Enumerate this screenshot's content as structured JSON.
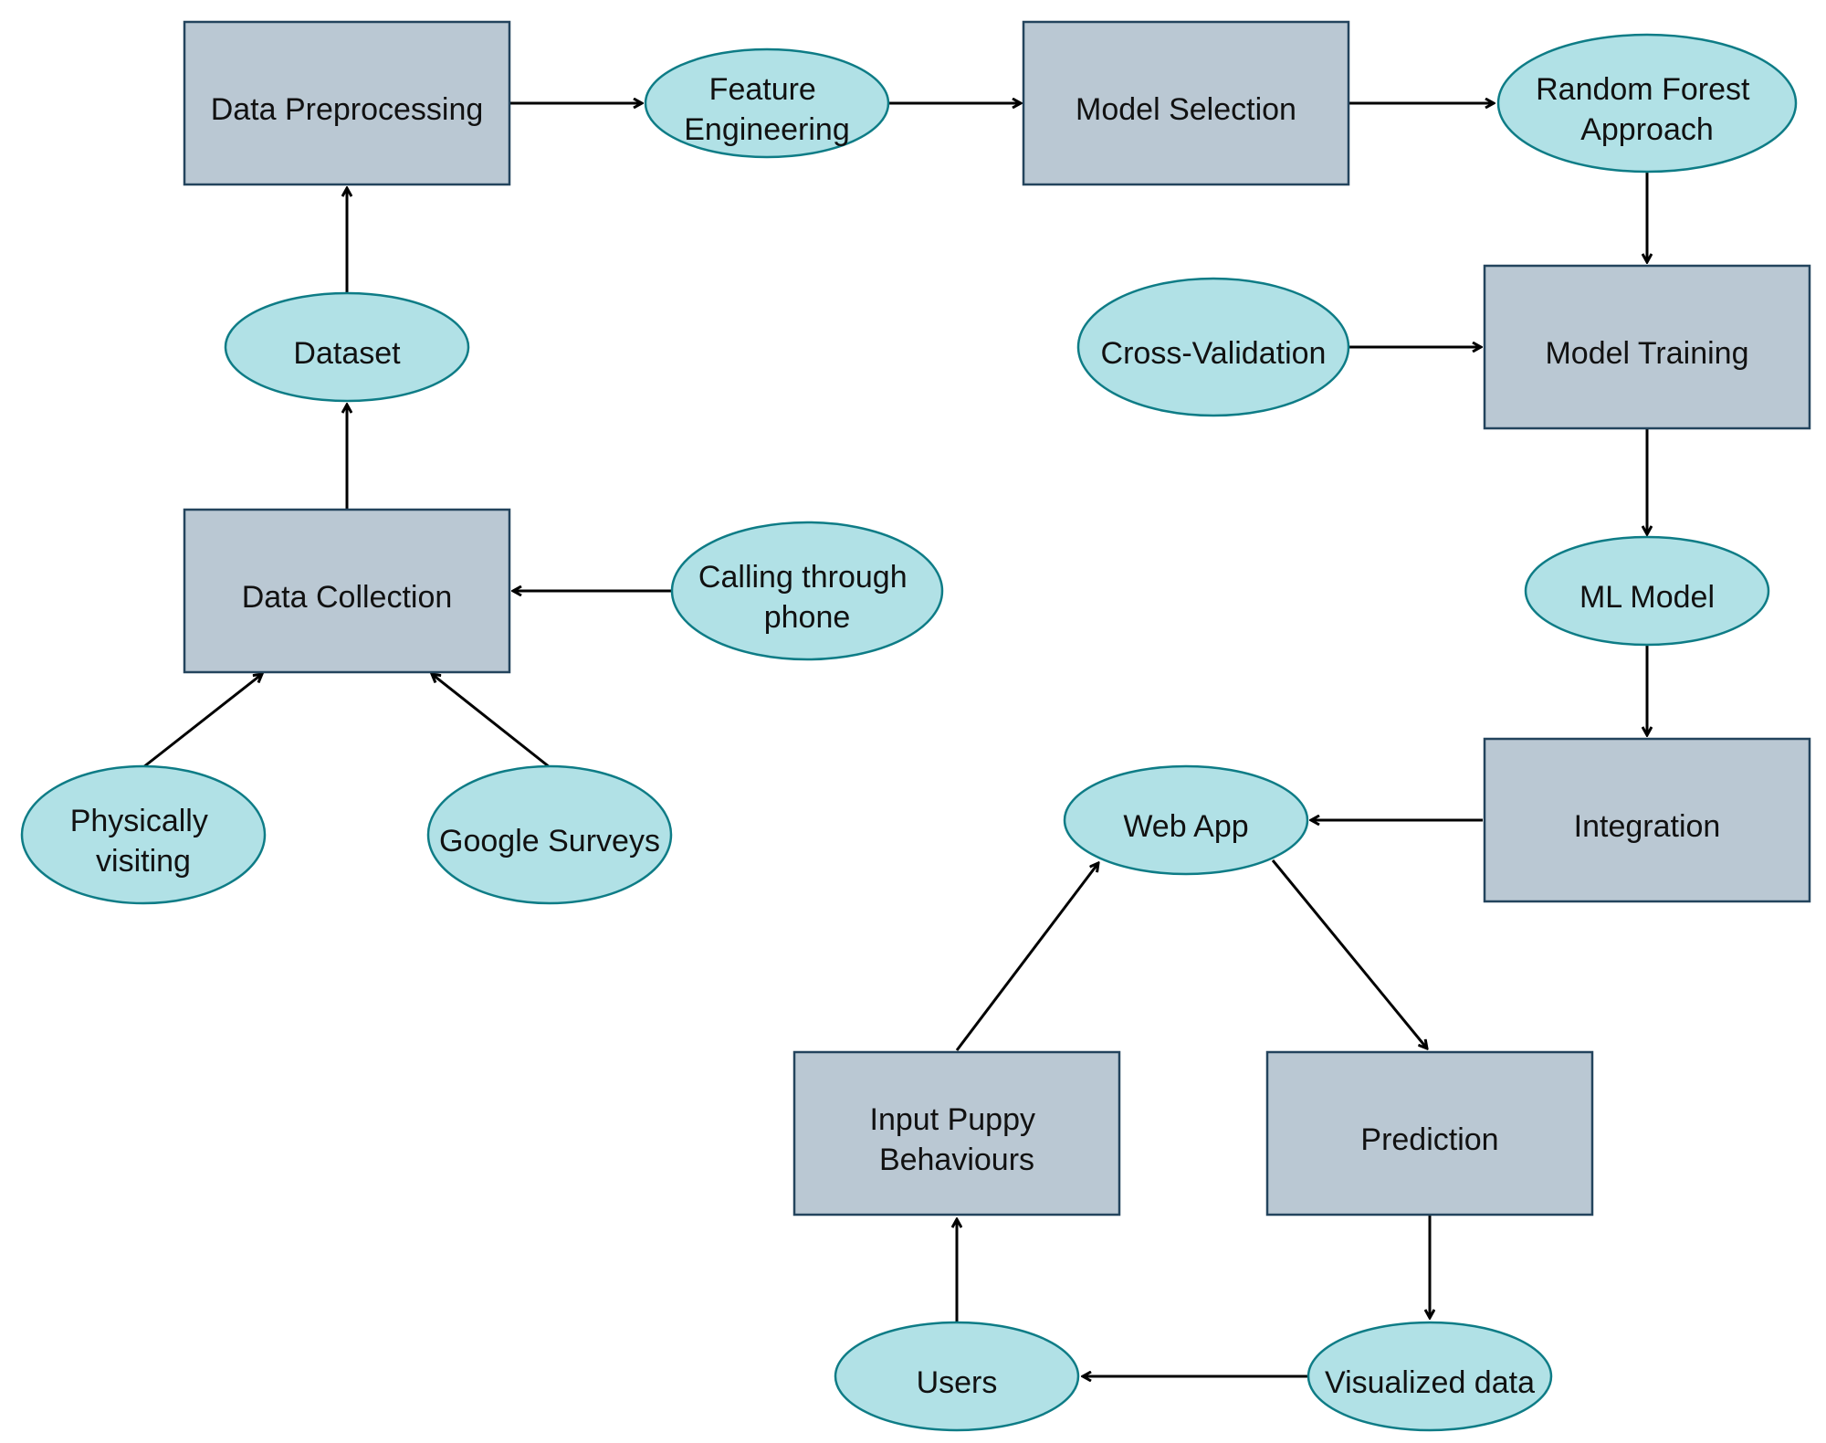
{
  "nodes": {
    "data_preprocessing": {
      "label": "Data Preprocessing"
    },
    "feature_engineering": {
      "label": "Feature Engineering"
    },
    "model_selection": {
      "label": "Model Selection"
    },
    "random_forest": {
      "label": "Random Forest Approach"
    },
    "dataset": {
      "label": "Dataset"
    },
    "cross_validation": {
      "label": "Cross-Validation"
    },
    "model_training": {
      "label": "Model Training"
    },
    "data_collection": {
      "label": "Data Collection"
    },
    "calling_phone": {
      "label": "Calling through phone"
    },
    "ml_model": {
      "label": "ML Model"
    },
    "physically_visiting": {
      "label": "Physically visiting"
    },
    "google_surveys": {
      "label": "Google Surveys"
    },
    "web_app": {
      "label": "Web App"
    },
    "integration": {
      "label": "Integration"
    },
    "input_puppy": {
      "label": "Input Puppy Behaviours"
    },
    "prediction": {
      "label": "Prediction"
    },
    "users": {
      "label": "Users"
    },
    "visualized_data": {
      "label": "Visualized data"
    }
  },
  "edges": [
    {
      "from": "data_preprocessing",
      "to": "feature_engineering"
    },
    {
      "from": "feature_engineering",
      "to": "model_selection"
    },
    {
      "from": "model_selection",
      "to": "random_forest"
    },
    {
      "from": "random_forest",
      "to": "model_training"
    },
    {
      "from": "cross_validation",
      "to": "model_training"
    },
    {
      "from": "model_training",
      "to": "ml_model"
    },
    {
      "from": "ml_model",
      "to": "integration"
    },
    {
      "from": "integration",
      "to": "web_app"
    },
    {
      "from": "web_app",
      "to": "prediction"
    },
    {
      "from": "prediction",
      "to": "visualized_data"
    },
    {
      "from": "visualized_data",
      "to": "users"
    },
    {
      "from": "users",
      "to": "input_puppy"
    },
    {
      "from": "input_puppy",
      "to": "web_app"
    },
    {
      "from": "data_collection",
      "to": "dataset"
    },
    {
      "from": "dataset",
      "to": "data_preprocessing"
    },
    {
      "from": "calling_phone",
      "to": "data_collection"
    },
    {
      "from": "physically_visiting",
      "to": "data_collection"
    },
    {
      "from": "google_surveys",
      "to": "data_collection"
    }
  ]
}
